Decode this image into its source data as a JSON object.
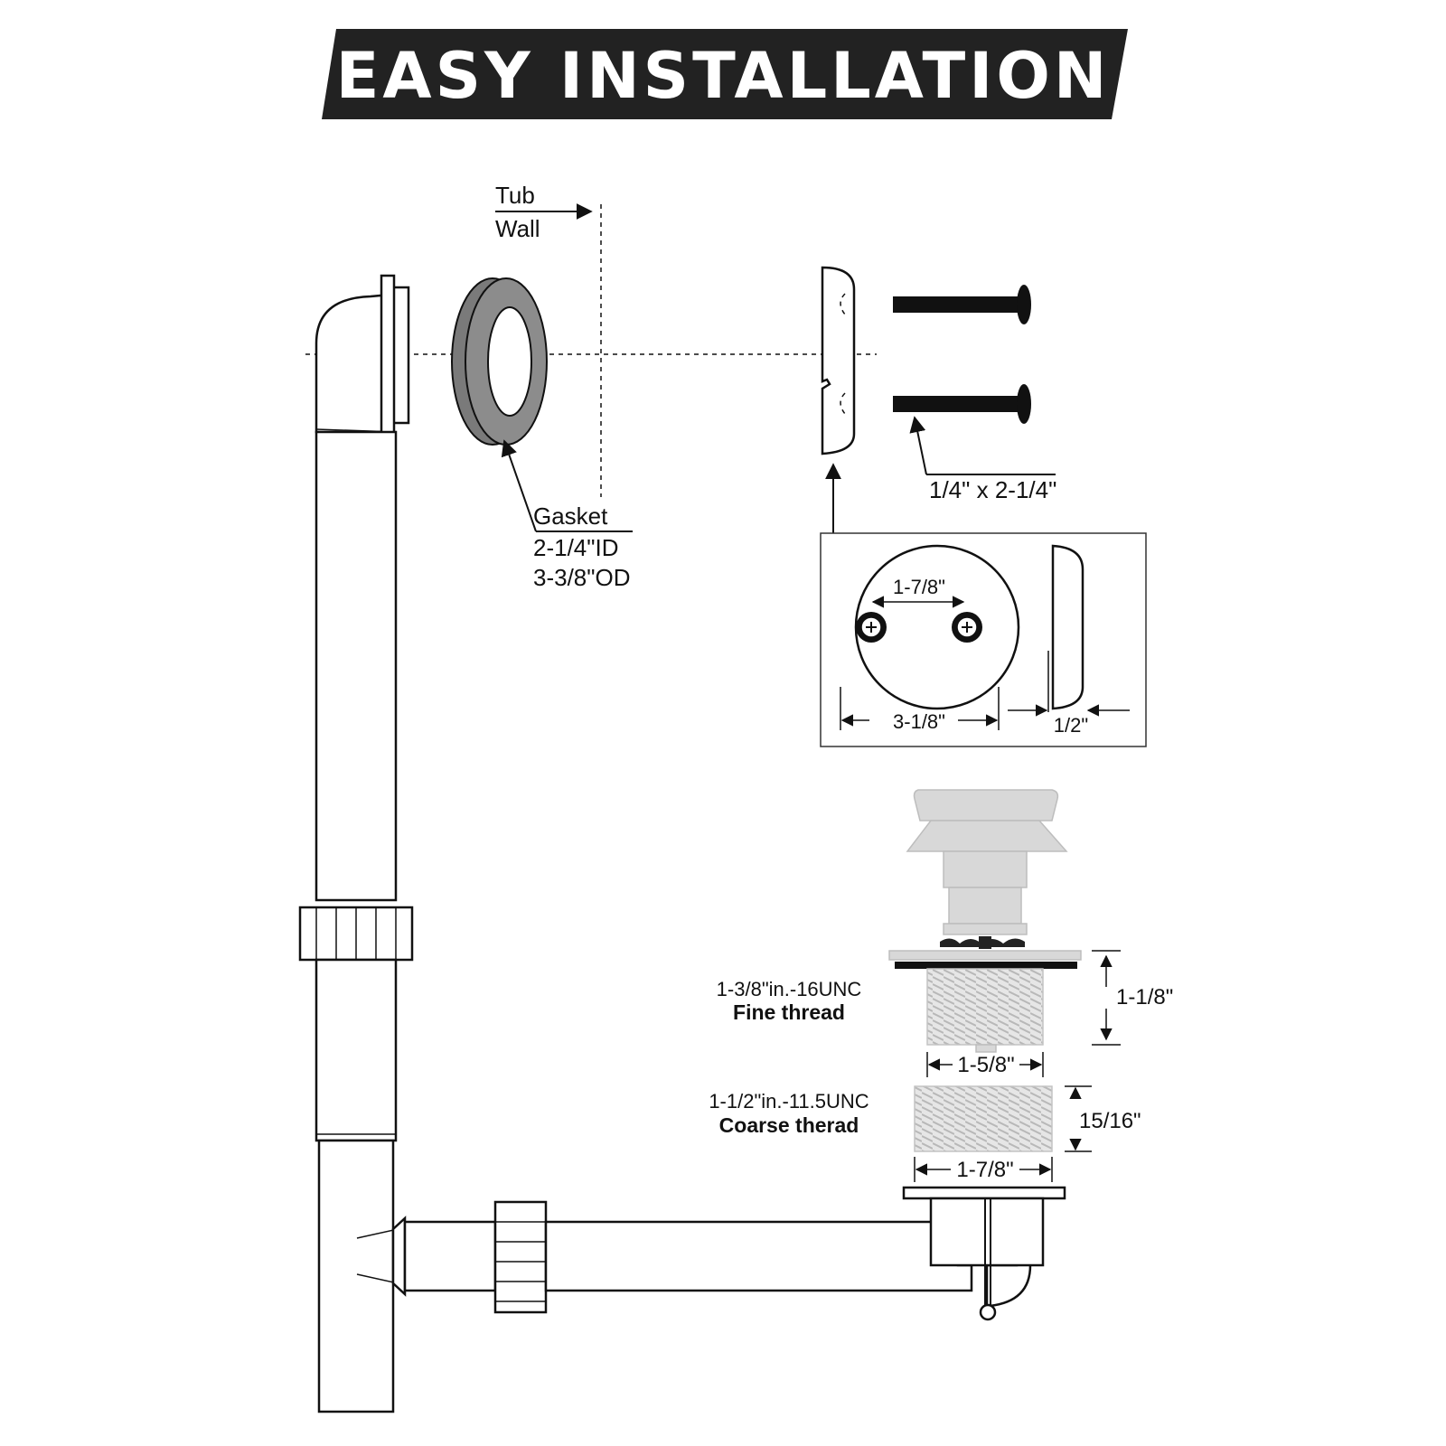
{
  "title": "EASY INSTALLATION",
  "labels": {
    "tub": "Tub",
    "wall": "Wall",
    "gasket": "Gasket",
    "gasket_id": "2-1/4\"ID",
    "gasket_od": "3-3/8\"OD",
    "screw_size": "1/4\" x 2-1/4\"",
    "hole_spacing": "1-7/8\"",
    "plate_diameter": "3-1/8\"",
    "plate_depth": "1/2\"",
    "fine_spec": "1-3/8\"in.-16UNC",
    "fine_name": "Fine thread",
    "fine_height": "1-1/8\"",
    "fine_width": "1-5/8\"",
    "coarse_spec": "1-1/2\"in.-11.5UNC",
    "coarse_name": "Coarse therad",
    "coarse_height": "15/16\"",
    "coarse_width": "1-7/8\""
  },
  "colors": {
    "banner": "#222222",
    "gasket": "#8c8c8c",
    "stopper": "#d9d9d9",
    "line": "#111111"
  }
}
